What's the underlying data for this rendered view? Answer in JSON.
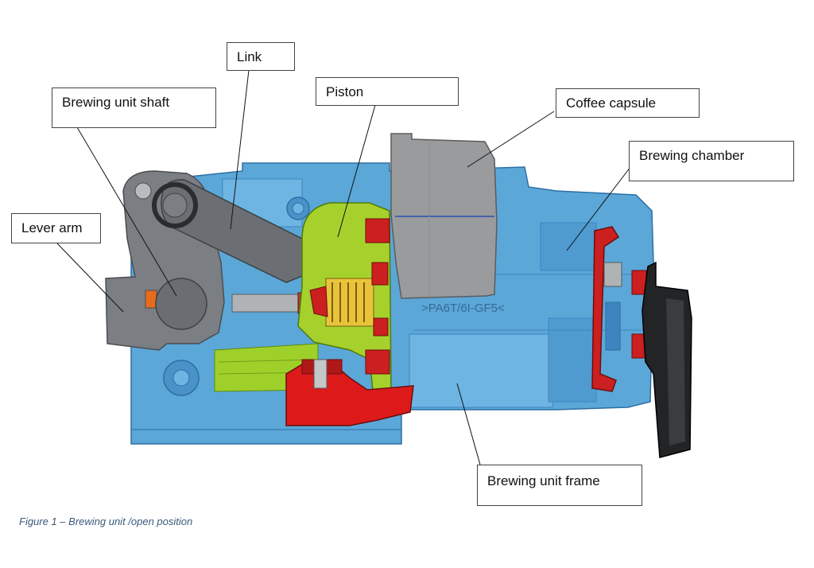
{
  "labels": {
    "link": "Link",
    "piston": "Piston",
    "brewing_unit_shaft": "Brewing unit shaft",
    "coffee_capsule": "Coffee capsule",
    "brewing_chamber": "Brewing chamber",
    "lever_arm": "Lever arm",
    "brewing_unit_frame": "Brewing unit frame"
  },
  "part_marking": ">PA6T/6I-GF5<",
  "caption": "Figure 1 – Brewing unit /open position",
  "colors": {
    "frame_blue": "#5ba7d8",
    "frame_blue_dark": "#3d85bf",
    "lever_gray": "#7b7f83",
    "link_gray": "#6b6f73",
    "capsule_gray": "#999b9d",
    "piston_green": "#a6d12c",
    "seal_red": "#cc1f1f",
    "handle_black": "#222426",
    "caption_blue": "#3a5a7a"
  }
}
